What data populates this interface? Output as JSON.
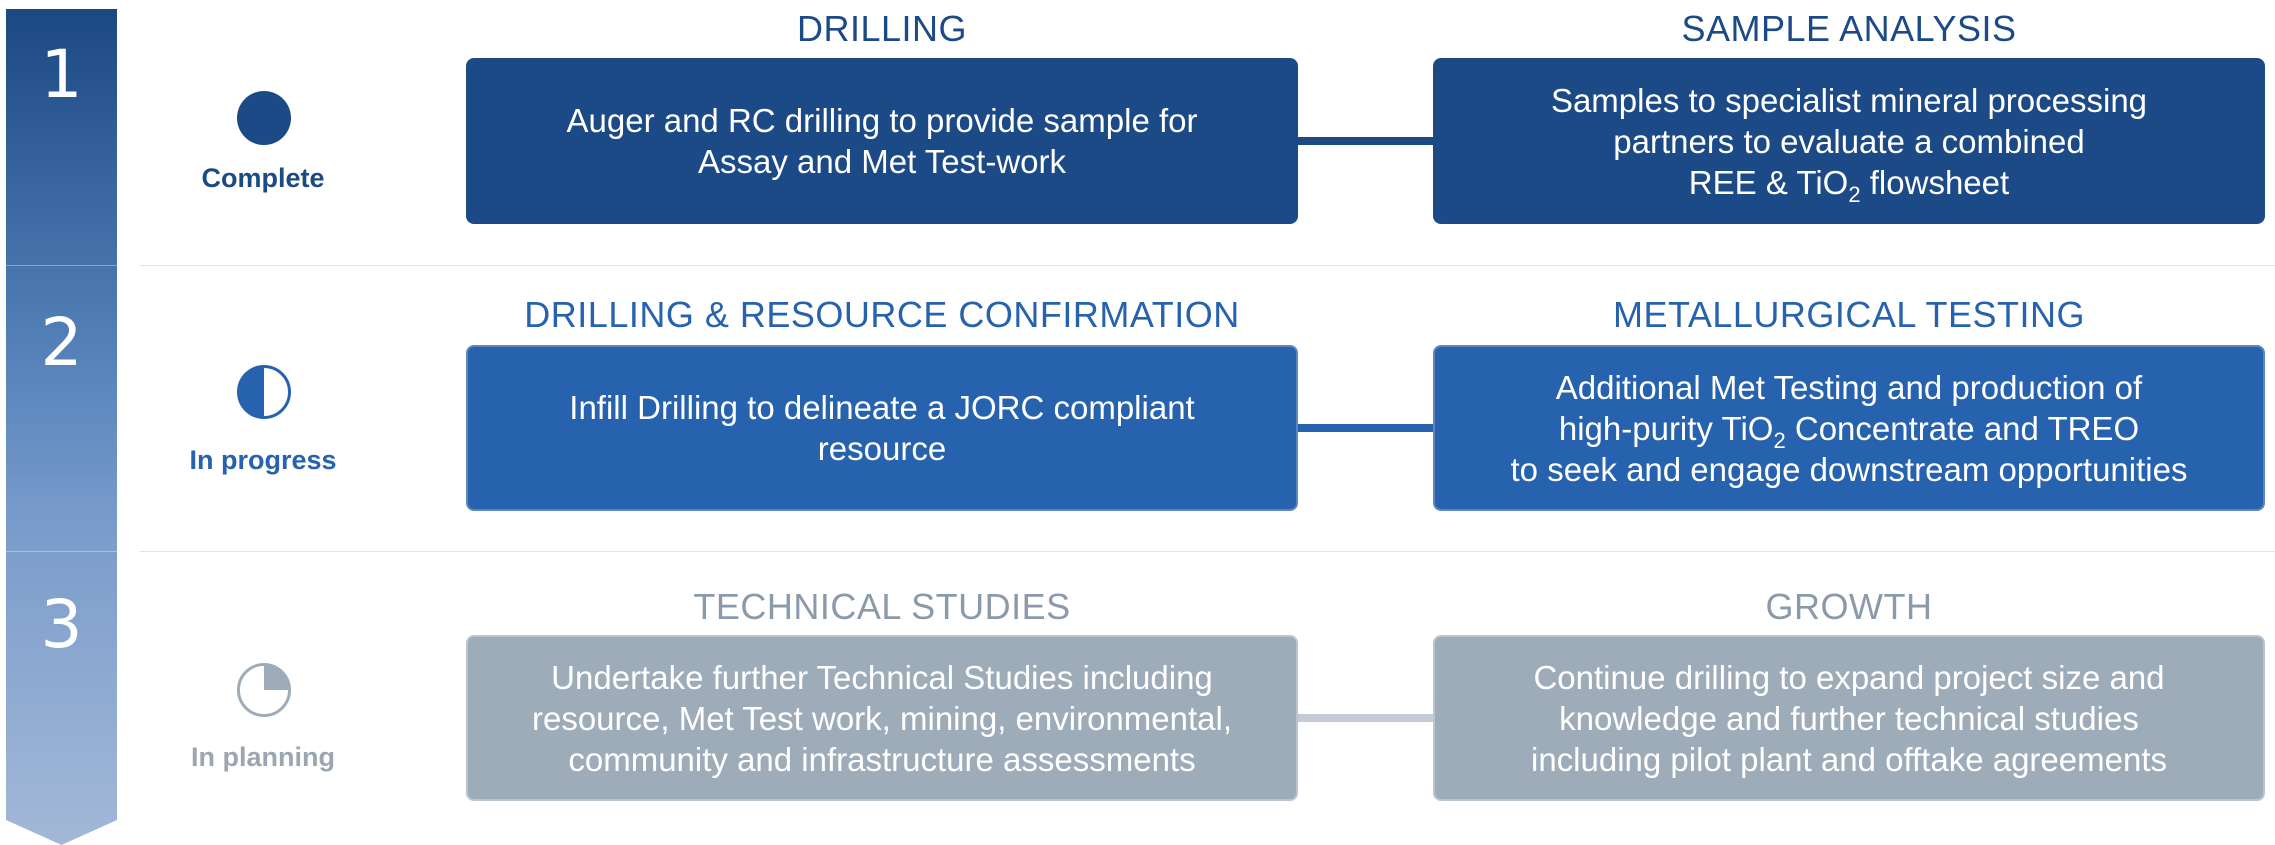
{
  "colors": {
    "complete": "#1c4a86",
    "in_progress": "#2662ad",
    "in_planning": "#9eacba",
    "planning_heading": "#8b9aab",
    "planning_label": "#9aa6b3"
  },
  "stages": [
    {
      "number": "1",
      "status_icon": "full-circle-icon",
      "status_label": "Complete",
      "left": {
        "heading": "DRILLING",
        "lines": [
          "Auger and RC drilling to provide sample for",
          "Assay and Met Test-work"
        ]
      },
      "right": {
        "heading": "SAMPLE ANALYSIS",
        "lines": [
          "Samples to specialist mineral processing",
          "partners to evaluate a combined"
        ],
        "formula_line": {
          "before": "REE & TiO",
          "sub": "2",
          "after": " flowsheet"
        }
      }
    },
    {
      "number": "2",
      "status_icon": "half-circle-icon",
      "status_label": "In progress",
      "left": {
        "heading": "DRILLING & RESOURCE CONFIRMATION",
        "lines": [
          "Infill Drilling to delineate a JORC compliant",
          "resource"
        ]
      },
      "right": {
        "heading": "METALLURGICAL TESTING",
        "line1": "Additional Met Testing and production of",
        "formula_line": {
          "before": "high-purity TiO",
          "sub": "2",
          "after": " Concentrate and TREO"
        },
        "line3": "to seek and engage downstream opportunities"
      }
    },
    {
      "number": "3",
      "status_icon": "quarter-circle-icon",
      "status_label": "In planning",
      "left": {
        "heading": "TECHNICAL STUDIES",
        "lines": [
          "Undertake further Technical Studies including",
          "resource, Met Test work, mining, environmental,",
          "community and infrastructure assessments"
        ]
      },
      "right": {
        "heading": "GROWTH",
        "lines": [
          "Continue drilling to expand project size and",
          "knowledge and further technical studies",
          "including pilot plant and offtake agreements"
        ]
      }
    }
  ]
}
